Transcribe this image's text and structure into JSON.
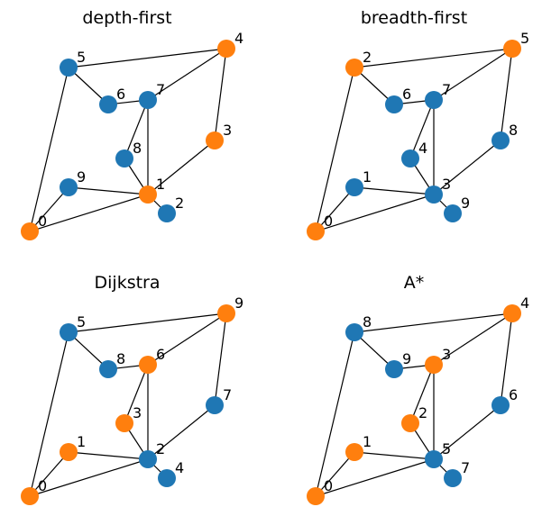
{
  "colors": {
    "unvisited": "#1f77b4",
    "visited": "#ff7f0e",
    "edge": "#000000"
  },
  "panels": [
    {
      "title": "depth-first",
      "nodes": [
        {
          "id": "A",
          "label": "0",
          "visited": true
        },
        {
          "id": "B",
          "label": "9",
          "visited": false
        },
        {
          "id": "C",
          "label": "1",
          "visited": true
        },
        {
          "id": "D",
          "label": "2",
          "visited": false
        },
        {
          "id": "E",
          "label": "8",
          "visited": false
        },
        {
          "id": "F",
          "label": "7",
          "visited": false
        },
        {
          "id": "G",
          "label": "6",
          "visited": false
        },
        {
          "id": "H",
          "label": "5",
          "visited": false
        },
        {
          "id": "I",
          "label": "3",
          "visited": true
        },
        {
          "id": "J",
          "label": "4",
          "visited": true
        }
      ]
    },
    {
      "title": "breadth-first",
      "nodes": [
        {
          "id": "A",
          "label": "0",
          "visited": true
        },
        {
          "id": "B",
          "label": "1",
          "visited": false
        },
        {
          "id": "C",
          "label": "3",
          "visited": false
        },
        {
          "id": "D",
          "label": "9",
          "visited": false
        },
        {
          "id": "E",
          "label": "4",
          "visited": false
        },
        {
          "id": "F",
          "label": "7",
          "visited": false
        },
        {
          "id": "G",
          "label": "6",
          "visited": false
        },
        {
          "id": "H",
          "label": "2",
          "visited": true
        },
        {
          "id": "I",
          "label": "8",
          "visited": false
        },
        {
          "id": "J",
          "label": "5",
          "visited": true
        }
      ]
    },
    {
      "title": "Dijkstra",
      "nodes": [
        {
          "id": "A",
          "label": "0",
          "visited": true
        },
        {
          "id": "B",
          "label": "1",
          "visited": true
        },
        {
          "id": "C",
          "label": "2",
          "visited": false
        },
        {
          "id": "D",
          "label": "4",
          "visited": false
        },
        {
          "id": "E",
          "label": "3",
          "visited": true
        },
        {
          "id": "F",
          "label": "6",
          "visited": true
        },
        {
          "id": "G",
          "label": "8",
          "visited": false
        },
        {
          "id": "H",
          "label": "5",
          "visited": false
        },
        {
          "id": "I",
          "label": "7",
          "visited": false
        },
        {
          "id": "J",
          "label": "9",
          "visited": true
        }
      ]
    },
    {
      "title": "A*",
      "nodes": [
        {
          "id": "A",
          "label": "0",
          "visited": true
        },
        {
          "id": "B",
          "label": "1",
          "visited": true
        },
        {
          "id": "C",
          "label": "5",
          "visited": false
        },
        {
          "id": "D",
          "label": "7",
          "visited": false
        },
        {
          "id": "E",
          "label": "2",
          "visited": true
        },
        {
          "id": "F",
          "label": "3",
          "visited": true
        },
        {
          "id": "G",
          "label": "9",
          "visited": false
        },
        {
          "id": "H",
          "label": "8",
          "visited": false
        },
        {
          "id": "I",
          "label": "6",
          "visited": false
        },
        {
          "id": "J",
          "label": "4",
          "visited": true
        }
      ]
    }
  ],
  "edges": [
    [
      "A",
      "B"
    ],
    [
      "A",
      "C"
    ],
    [
      "A",
      "H"
    ],
    [
      "B",
      "C"
    ],
    [
      "C",
      "D"
    ],
    [
      "C",
      "E"
    ],
    [
      "C",
      "F"
    ],
    [
      "C",
      "I"
    ],
    [
      "E",
      "F"
    ],
    [
      "F",
      "G"
    ],
    [
      "G",
      "H"
    ],
    [
      "H",
      "J"
    ],
    [
      "F",
      "J"
    ],
    [
      "I",
      "J"
    ]
  ]
}
